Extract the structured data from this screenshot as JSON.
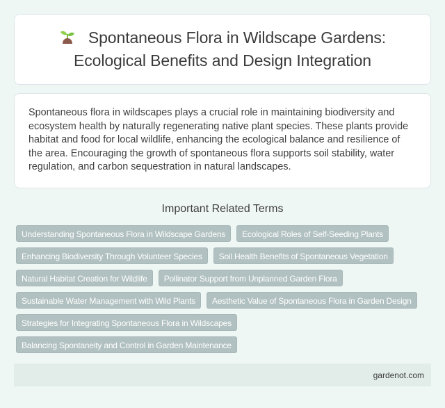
{
  "header": {
    "icon": "seedling-icon",
    "title": "Spontaneous Flora in Wildscape Gardens: Ecological Benefits and Design Integration"
  },
  "description": {
    "text": "Spontaneous flora in wildscapes plays a crucial role in maintaining biodiversity and ecosystem health by naturally regenerating native plant species. These plants provide habitat and food for local wildlife, enhancing the ecological balance and resilience of the area. Encouraging the growth of spontaneous flora supports soil stability, water regulation, and carbon sequestration in natural landscapes."
  },
  "related_terms": {
    "heading": "Important Related Terms",
    "items": [
      {
        "label": "Understanding Spontaneous Flora in Wildscape Gardens"
      },
      {
        "label": "Ecological Roles of Self-Seeding Plants"
      },
      {
        "label": "Enhancing Biodiversity Through Volunteer Species"
      },
      {
        "label": "Soil Health Benefits of Spontaneous Vegetation"
      },
      {
        "label": "Natural Habitat Creation for Wildlife"
      },
      {
        "label": "Pollinator Support from Unplanned Garden Flora"
      },
      {
        "label": "Sustainable Water Management with Wild Plants"
      },
      {
        "label": "Aesthetic Value of Spontaneous Flora in Garden Design"
      },
      {
        "label": "Strategies for Integrating Spontaneous Flora in Wildscapes"
      },
      {
        "label": "Balancing Spontaneity and Control in Garden Maintenance"
      }
    ]
  },
  "footer": {
    "site": "gardenot.com"
  },
  "colors": {
    "page_bg": "#eff7f4",
    "card_bg": "#ffffff",
    "tag_bg": "#b1c0c0",
    "tag_text": "#ffffff",
    "footer_bg": "#e2edea"
  }
}
